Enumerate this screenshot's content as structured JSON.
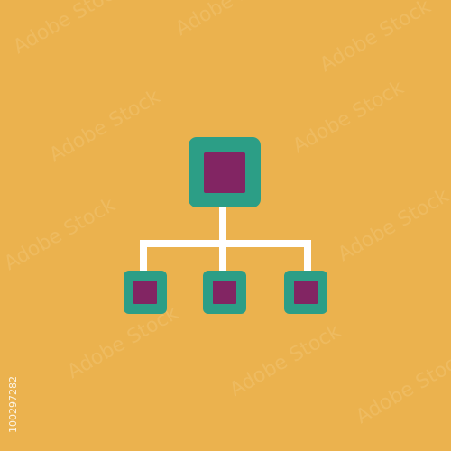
{
  "colors": {
    "background": "#EBB24E",
    "node_outer": "#2C9E86",
    "node_inner": "#822563",
    "connector": "#FFFFFF",
    "watermark": "#F4CC85"
  },
  "icon": {
    "name": "hierarchy-icon",
    "root_node": "root-node",
    "child_nodes": [
      "child-node-left",
      "child-node-center",
      "child-node-right"
    ]
  },
  "watermark": {
    "text": "Adobe Stock"
  },
  "stock_id": "100297282"
}
